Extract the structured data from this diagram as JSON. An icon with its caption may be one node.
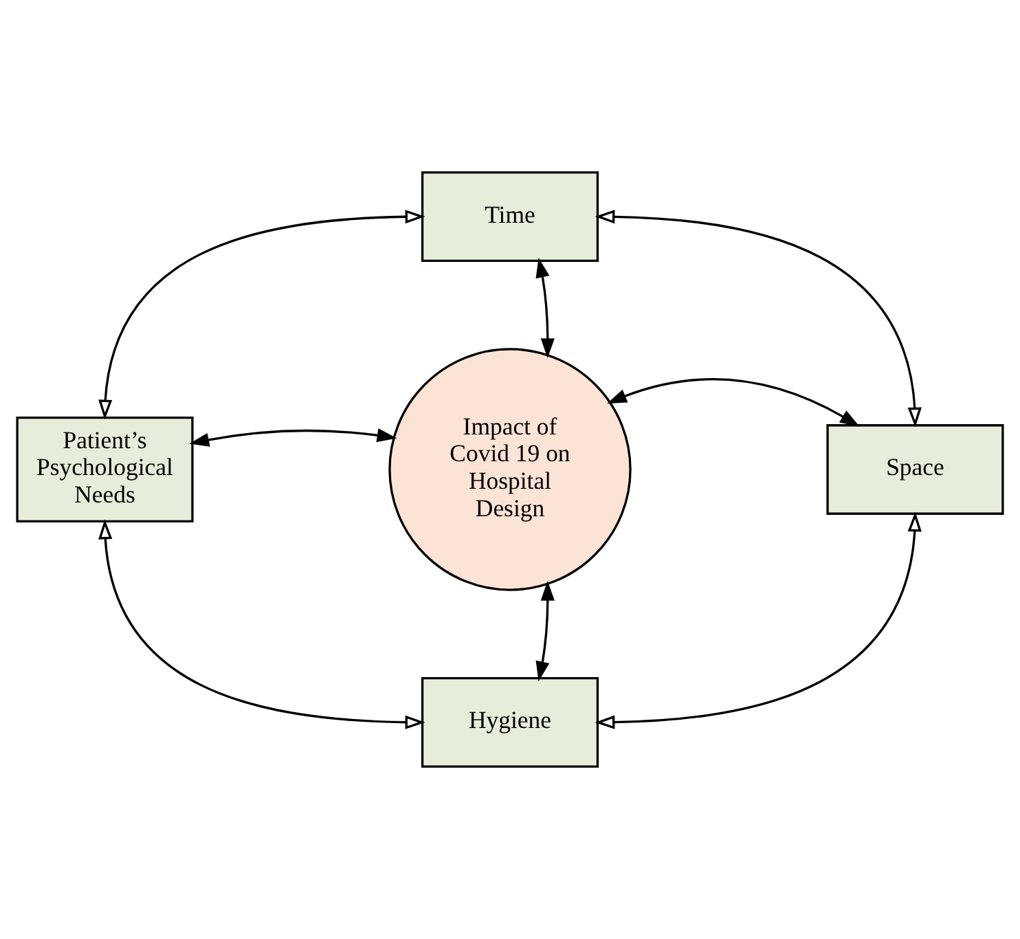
{
  "diagram": {
    "nodes": [
      {
        "text": [
          "Time"
        ]
      },
      {
        "text": [
          "Patient’s Psychological Needs"
        ]
      },
      {
        "text": [
          "Impact of Covid 19 on Hospital Design"
        ]
      },
      {
        "text": [
          "Space"
        ]
      },
      {
        "text": [
          "Hygiene"
        ]
      }
    ],
    "edges": [
      {
        "from": 2,
        "to": 0,
        "arrow": "both"
      },
      {
        "from": 2,
        "to": 1,
        "arrow": "both"
      },
      {
        "from": 2,
        "to": 3,
        "arrow": "both"
      },
      {
        "from": 2,
        "to": 4,
        "arrow": "both"
      },
      {
        "from": 0,
        "to": 3,
        "arrow": "both"
      },
      {
        "from": 3,
        "to": 4,
        "arrow": "both"
      },
      {
        "from": 4,
        "to": 1,
        "arrow": "both"
      },
      {
        "from": 1,
        "to": 0,
        "arrow": "both"
      }
    ]
  }
}
